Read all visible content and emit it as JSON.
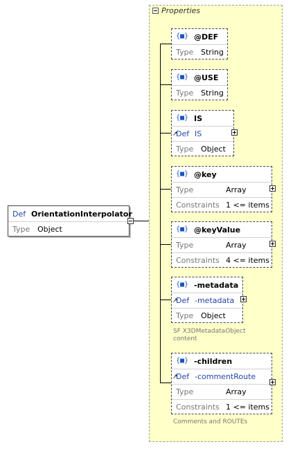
{
  "panel": {
    "title": "Properties"
  },
  "root": {
    "def_label": "Def",
    "name": "OrientationInterpolator",
    "type_label": "Type",
    "type": "Object"
  },
  "props": [
    {
      "name": "@DEF",
      "type_label": "Type",
      "type": "String"
    },
    {
      "name": "@USE",
      "type_label": "Type",
      "type": "String"
    },
    {
      "name": "IS",
      "def_label": "Def",
      "def": "IS",
      "type_label": "Type",
      "type": "Object"
    },
    {
      "name": "@key",
      "type_label": "Type",
      "type": "Array",
      "constraints_label": "Constraints",
      "constraints": "1 <= items"
    },
    {
      "name": "@keyValue",
      "type_label": "Type",
      "type": "Array",
      "constraints_label": "Constraints",
      "constraints": "4 <= items"
    },
    {
      "name": "-metadata",
      "def_label": "Def",
      "def": "-metadata",
      "type_label": "Type",
      "type": "Object",
      "note_line1": "SF X3DMetadataObject",
      "note_line2": "content"
    },
    {
      "name": "-children",
      "def_label": "Def",
      "def": "-commentRoute",
      "type_label": "Type",
      "type": "Array",
      "constraints_label": "Constraints",
      "constraints": "1 <= items",
      "note_line1": "Comments and ROUTEs"
    }
  ],
  "icons": {
    "attribute": "attribute-icon",
    "expand": "plus-icon",
    "collapse": "minus-icon",
    "reference": "reference-arrow-icon"
  },
  "colors": {
    "panel_bg": "#ffffc9",
    "def_blue": "#2244aa",
    "label_gray": "#777777"
  }
}
